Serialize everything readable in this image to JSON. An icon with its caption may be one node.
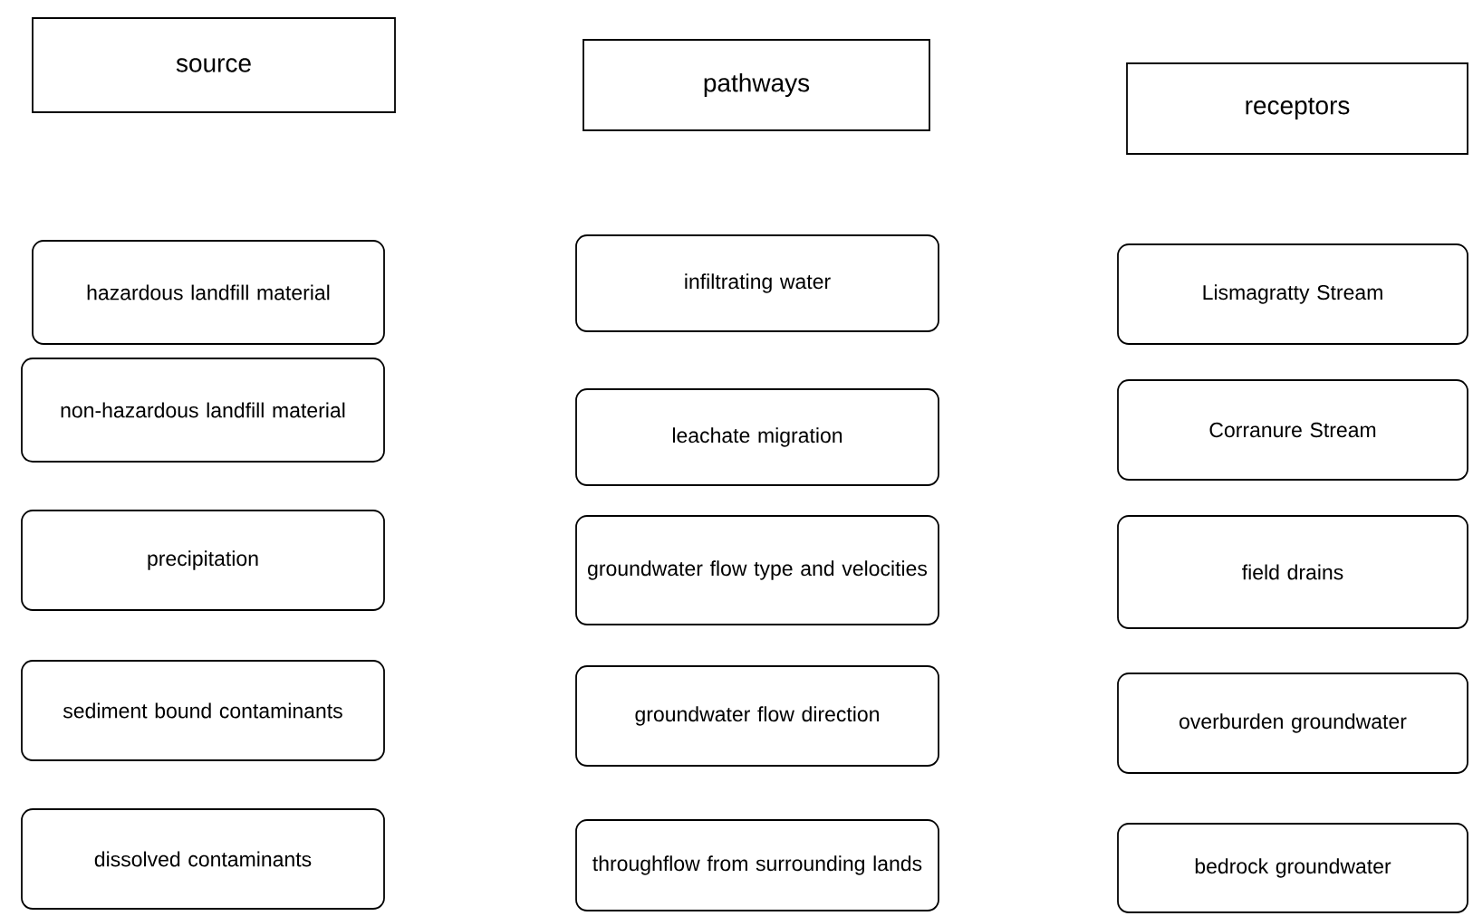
{
  "diagram": {
    "nodes": [
      {
        "text": [
          "source"
        ]
      },
      {
        "text": [
          "pathways"
        ]
      },
      {
        "text": [
          "receptors"
        ]
      },
      {
        "text": [
          "hazardous landfill material"
        ]
      },
      {
        "text": [
          "non-hazardous landfill material"
        ]
      },
      {
        "text": [
          "precipitation"
        ]
      },
      {
        "text": [
          "sediment bound contaminants"
        ]
      },
      {
        "text": [
          "dissolved contaminants"
        ]
      },
      {
        "text": [
          "infiltrating water"
        ]
      },
      {
        "text": [
          "leachate migration"
        ]
      },
      {
        "text": [
          "groundwater flow type and velocities"
        ]
      },
      {
        "text": [
          "groundwater flow direction"
        ]
      },
      {
        "text": [
          "throughflow from surrounding lands"
        ]
      },
      {
        "text": [
          "Lismagratty Stream"
        ]
      },
      {
        "text": [
          "Corranure Stream"
        ]
      },
      {
        "text": [
          "field drains"
        ]
      },
      {
        "text": [
          "overburden groundwater"
        ]
      },
      {
        "text": [
          "bedrock groundwater"
        ]
      }
    ]
  }
}
